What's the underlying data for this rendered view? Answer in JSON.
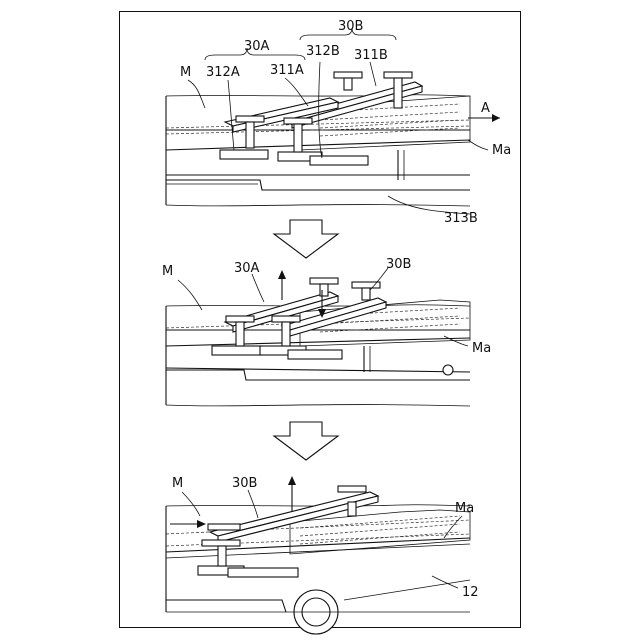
{
  "figure": {
    "panel1": {
      "labels": {
        "group_b": "30B",
        "group_a": "30A",
        "part_312b": "312B",
        "part_311b": "311B",
        "part_m": "M",
        "part_312a": "312A",
        "part_311a": "311A",
        "direction_a": "A",
        "part_ma": "Ma",
        "part_313b": "313B"
      }
    },
    "panel2": {
      "labels": {
        "part_m": "M",
        "group_a": "30A",
        "group_b": "30B",
        "part_ma": "Ma"
      }
    },
    "panel3": {
      "labels": {
        "part_m": "M",
        "group_b": "30B",
        "part_ma": "Ma",
        "part_12": "12"
      }
    }
  }
}
